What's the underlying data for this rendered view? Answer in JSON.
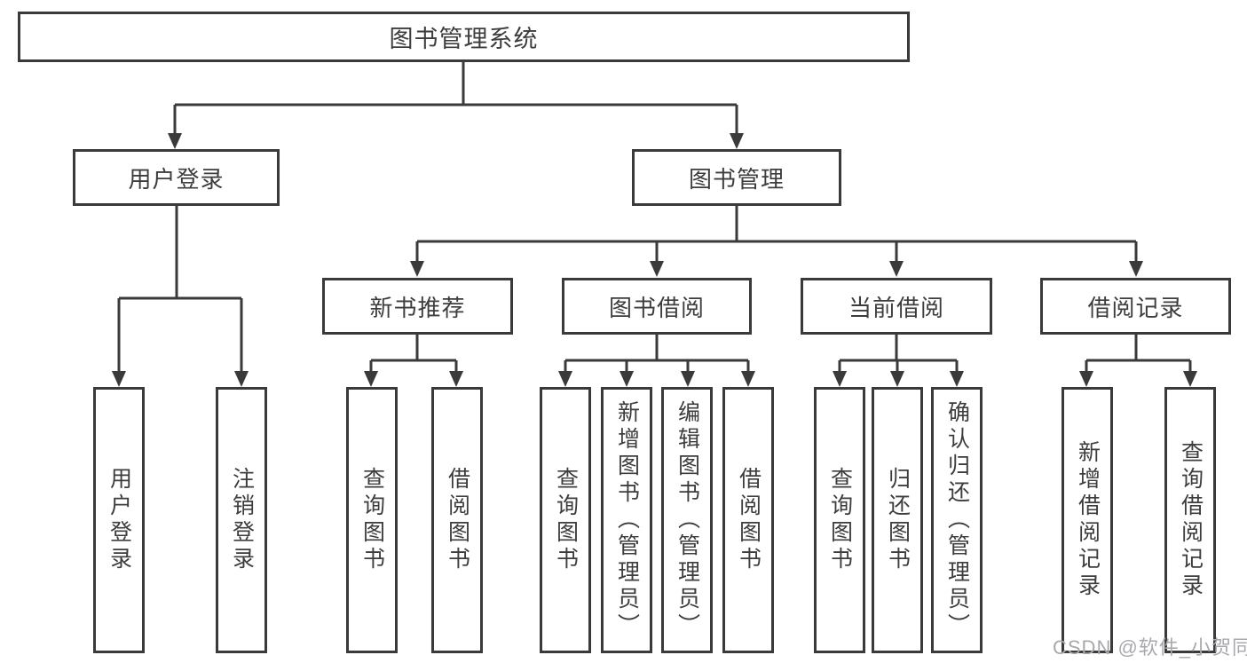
{
  "tree": {
    "root": {
      "label": "图书管理系统",
      "children": [
        {
          "label": "用户登录",
          "children": [
            {
              "label": "用户登录"
            },
            {
              "label": "注销登录"
            }
          ]
        },
        {
          "label": "图书管理",
          "children": [
            {
              "label": "新书推荐",
              "children": [
                {
                  "label": "查询图书"
                },
                {
                  "label": "借阅图书"
                }
              ]
            },
            {
              "label": "图书借阅",
              "children": [
                {
                  "label": "查询图书"
                },
                {
                  "label": "新增图书（管理员）"
                },
                {
                  "label": "编辑图书（管理员）"
                },
                {
                  "label": "借阅图书"
                }
              ]
            },
            {
              "label": "当前借阅",
              "children": [
                {
                  "label": "查询图书"
                },
                {
                  "label": "归还图书"
                },
                {
                  "label": "确认归还（管理员）"
                }
              ]
            },
            {
              "label": "借阅记录",
              "children": [
                {
                  "label": "新增借阅记录"
                },
                {
                  "label": "查询借阅记录"
                }
              ]
            }
          ]
        }
      ]
    }
  },
  "watermark": {
    "text": "CSDN @软件_小贺同学"
  },
  "colors": {
    "line": "#3a3a3a",
    "box_border": "#3a3a3a",
    "box_background": "#ffffff",
    "text": "#3d3d3d",
    "watermark": "#a9a9ad"
  }
}
